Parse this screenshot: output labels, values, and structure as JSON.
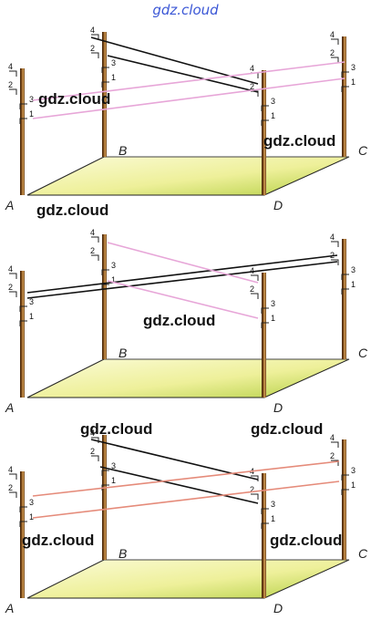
{
  "header": {
    "watermark": "gdz.cloud"
  },
  "colors": {
    "pole": "#6b3e12",
    "pole_highlight": "#d9a45a",
    "ground_light": "#f7f7c8",
    "ground_dark": "#b7d24a",
    "rope_black": "#111111",
    "rope_pink": "#e7a6d8",
    "rope_red": "#e58b7a"
  },
  "panels": [
    {
      "corners": {
        "a": "A",
        "b": "B",
        "c": "C",
        "d": "D"
      },
      "ticks": [
        "1",
        "2",
        "3",
        "4"
      ],
      "watermarks": [
        "gdz.cloud",
        "gdz.cloud",
        "gdz.cloud"
      ]
    },
    {
      "corners": {
        "a": "A",
        "b": "B",
        "c": "C",
        "d": "D"
      },
      "ticks": [
        "1",
        "2",
        "3",
        "4"
      ],
      "watermarks": [
        "gdz.cloud"
      ]
    },
    {
      "corners": {
        "a": "A",
        "b": "B",
        "c": "C",
        "d": "D"
      },
      "ticks": [
        "1",
        "2",
        "3",
        "4"
      ],
      "watermarks": [
        "gdz.cloud",
        "gdz.cloud",
        "gdz.cloud",
        "gdz.cloud"
      ]
    }
  ]
}
